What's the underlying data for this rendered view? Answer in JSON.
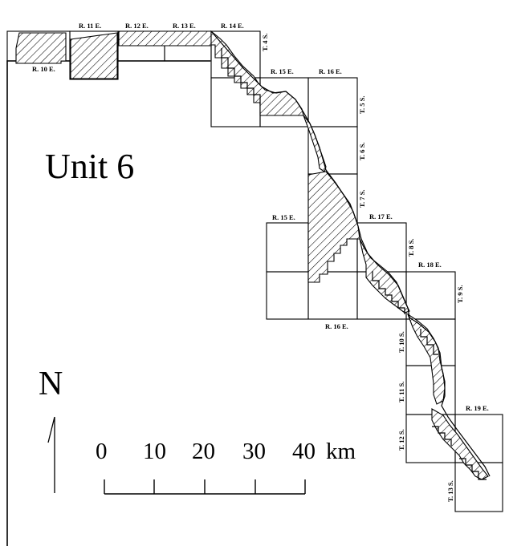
{
  "title": "Unit 6",
  "north_label": "N",
  "scale": {
    "ticks": [
      "0",
      "10",
      "20",
      "30",
      "40"
    ],
    "unit": "km"
  },
  "ranges": {
    "r10": "R. 10 E.",
    "r11": "R. 11 E.",
    "r12": "R. 12 E.",
    "r13": "R. 13 E.",
    "r14": "R. 14 E.",
    "r15_upper": "R. 15 E.",
    "r16_upper": "R. 16 E.",
    "r15_lower": "R. 15 E.",
    "r17": "R. 17 E.",
    "r18": "R. 18 E.",
    "r16_lower": "R. 16 E.",
    "r19": "R. 19 E."
  },
  "townships": {
    "t4": "T. 4 S.",
    "t5": "T. 5 S.",
    "t6": "T. 6 S.",
    "t7": "T. 7 S.",
    "t8": "T. 8 S.",
    "t9": "T. 9 S.",
    "t10": "T. 10 S.",
    "t11": "T. 11 S.",
    "t12": "T. 12 S.",
    "t13": "T. 13 S."
  }
}
